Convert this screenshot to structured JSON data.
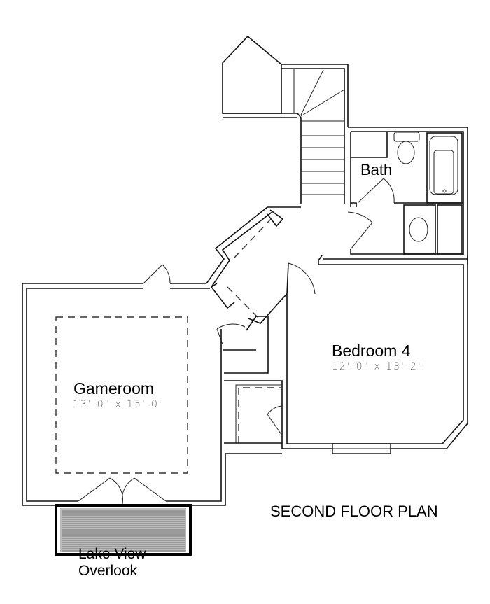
{
  "title": "SECOND FLOOR PLAN",
  "rooms": {
    "bath": {
      "name": "Bath"
    },
    "bedroom": {
      "name": "Bedroom 4",
      "dimensions": "12'-0\" x 13'-2\""
    },
    "gameroom": {
      "name": "Gameroom",
      "dimensions": "13'-0\" x 15'-0\""
    },
    "overlook": {
      "line1": "Lake View",
      "line2": "Overlook"
    }
  }
}
